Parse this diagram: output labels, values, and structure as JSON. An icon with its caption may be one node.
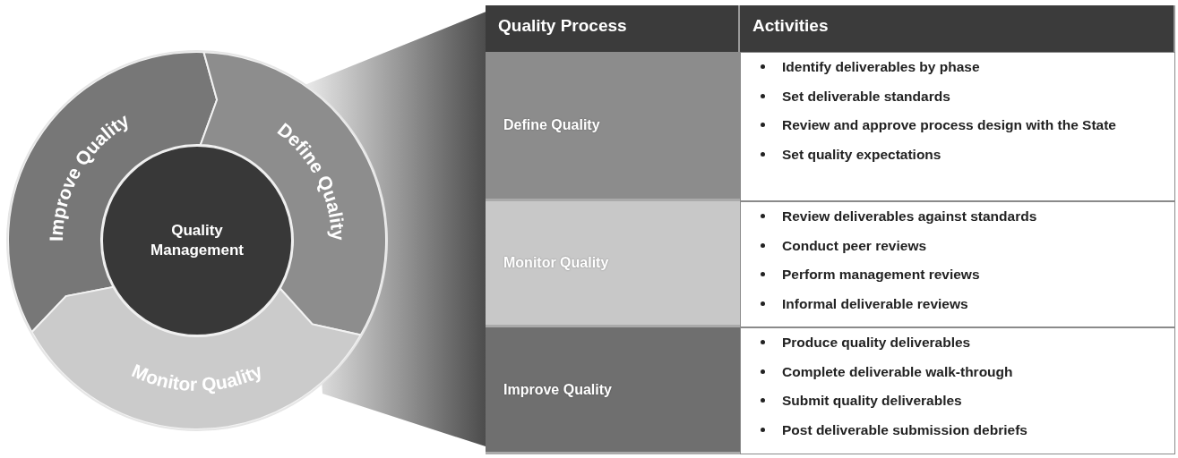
{
  "diagram": {
    "nodes": [
      {
        "text": [
          "Improve Quality"
        ]
      },
      {
        "text": [
          "Define Quality"
        ]
      },
      {
        "text": [
          "Quality Management"
        ]
      },
      {
        "text": [
          "Monitor Quality"
        ]
      },
      {
        "text": [],
        "shape": "trapezoid"
      }
    ],
    "labels": [
      "Quality Process",
      "Activities",
      "Define Quality",
      "Identify deliverables by phase",
      "Set deliverable standards",
      "Review and approve process design with the State",
      "Set quality expectations",
      "Monitor Quality",
      "Review deliverables against standards",
      "Conduct peer reviews",
      "Perform management reviews",
      "Informal deliverable reviews",
      "Improve Quality",
      "Produce quality deliverables",
      "Complete deliverable walk-through",
      "Submit quality deliverables",
      "Post deliverable submission debriefs"
    ]
  }
}
